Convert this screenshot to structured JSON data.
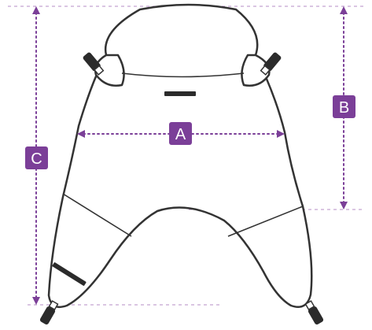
{
  "labels": {
    "a": "A",
    "b": "B",
    "c": "C"
  },
  "colors": {
    "accent": "#7b3f98",
    "outline": "#333333"
  }
}
